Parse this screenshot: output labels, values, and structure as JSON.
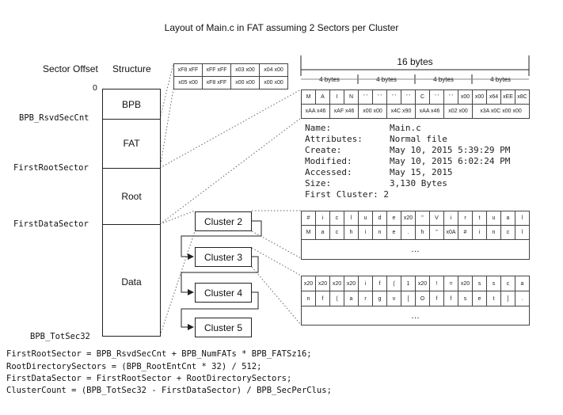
{
  "title": "Layout of Main.c in FAT assuming 2 Sectors per Cluster",
  "headers": {
    "sector_offset": "Sector Offset",
    "structure": "Structure"
  },
  "offsets": [
    "0",
    "BPB_RsvdSecCnt",
    "FirstRootSector",
    "FirstDataSector",
    "BPB_TotSec32"
  ],
  "regions": [
    "BPB",
    "FAT",
    "Root",
    "Data"
  ],
  "fat_table": {
    "rows": [
      [
        "xF8 xFF",
        "xFF xFF",
        "x03 x00",
        "x04 x00"
      ],
      [
        "x05 x00",
        "xF8 xFF",
        "x00 x00",
        "x00 x00"
      ]
    ]
  },
  "dir_entry": {
    "span_label": "16 bytes",
    "group_labels": [
      "4 bytes",
      "4 bytes",
      "4 bytes",
      "4 bytes"
    ],
    "row1": [
      "M",
      "A",
      "I",
      "N",
      "' '",
      "' '",
      "' '",
      "' '",
      "C",
      "' '",
      "' '",
      "x00",
      "x00",
      "x64",
      "xEE",
      "x8C"
    ],
    "row2": [
      "xAA x46",
      "xAF x46",
      "x00 x00",
      "x4C x90",
      "xAA x46",
      "x02 x00",
      "x3A x0C x00 x00"
    ]
  },
  "file_info": [
    {
      "label": "Name:",
      "value": "Main.c"
    },
    {
      "label": "Attributes:",
      "value": "Normal file"
    },
    {
      "label": "Create:",
      "value": "May 10, 2015 5:39:29 PM"
    },
    {
      "label": "Modified:",
      "value": "May 10, 2015 6:02:24 PM"
    },
    {
      "label": "Accessed:",
      "value": "May 15, 2015"
    },
    {
      "label": "Size:",
      "value": "3,130 Bytes"
    },
    {
      "label": "First Cluster: 2",
      "value": ""
    }
  ],
  "clusters": [
    "Cluster 2",
    "Cluster 3",
    "Cluster 4",
    "Cluster 5"
  ],
  "cluster2_data": {
    "row1": [
      "#",
      "i",
      "c",
      "l",
      "u",
      "d",
      "e",
      "x20",
      "\"",
      "V",
      "i",
      "r",
      "t",
      "u",
      "a",
      "l"
    ],
    "row2": [
      "M",
      "a",
      "c",
      "h",
      "i",
      "n",
      "e",
      ".",
      "h",
      "\"",
      "x0A",
      "#",
      "i",
      "n",
      "c",
      "l"
    ],
    "ellipsis": "…"
  },
  "cluster3_data": {
    "row1": [
      "x20",
      "x20",
      "x20",
      "x20",
      "i",
      "f",
      "(",
      "1",
      "x20",
      "!",
      "=",
      "x20",
      "s",
      "s",
      "c",
      "a"
    ],
    "row2": [
      "n",
      "f",
      "(",
      "a",
      "r",
      "g",
      "v",
      "[",
      "O",
      "f",
      "f",
      "s",
      "e",
      "t",
      "]",
      "."
    ],
    "ellipsis": "…"
  },
  "formulas": [
    "FirstRootSector = BPB_RsvdSecCnt + BPB_NumFATs * BPB_FATSz16;",
    "RootDirectorySectors = (BPB_RootEntCnt * 32) / 512;",
    "FirstDataSector = FirstRootSector + RootDirectorySectors;",
    "ClusterCount = (BPB_TotSec32 - FirstDataSector) / BPB_SecPerClus;"
  ]
}
